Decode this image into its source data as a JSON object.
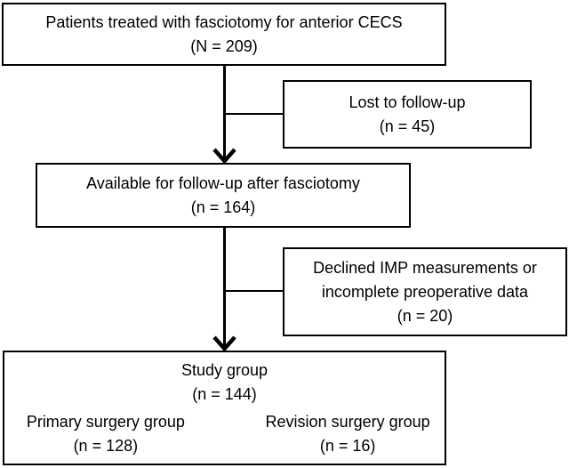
{
  "figure": {
    "background": "#ffffff",
    "line_color": "#000000",
    "flow": {
      "patients": {
        "line1": "Patients treated with fasciotomy for anterior CECS",
        "line2": "(N = 209)"
      },
      "lost": {
        "line1": "Lost to follow-up",
        "line2": "(n = 45)"
      },
      "available": {
        "line1": "Available for follow-up after fasciotomy",
        "line2": "(n = 164)"
      },
      "declined": {
        "line1": "Declined IMP measurements or",
        "line2": "incomplete preoperative data",
        "line3": "(n = 20)"
      },
      "study": {
        "line1": "Study group",
        "line2": "(n = 144)",
        "primary": {
          "line1": "Primary surgery group",
          "line2": "(n = 128)"
        },
        "revision": {
          "line1": "Revision surgery group",
          "line2": "(n = 16)"
        }
      }
    }
  }
}
